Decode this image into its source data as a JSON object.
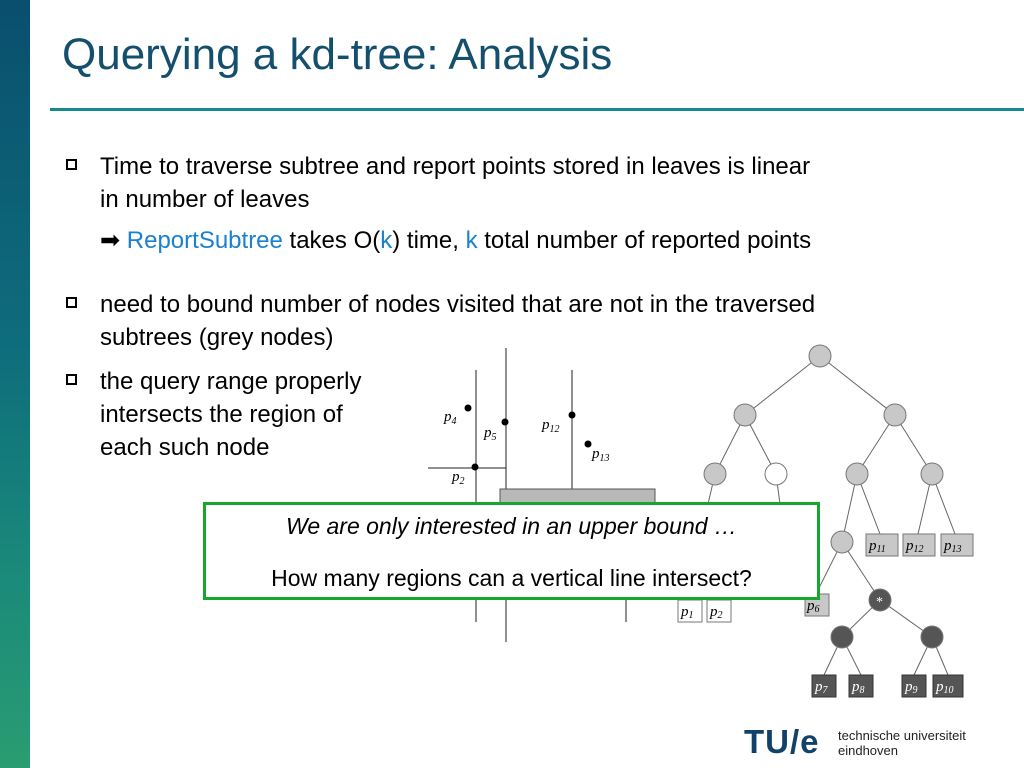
{
  "slide": {
    "title": "Querying a kd-tree: Analysis",
    "bullets": [
      {
        "line1": "Time to traverse subtree and report points stored in leaves is linear",
        "line2": "in number of leaves"
      },
      {
        "line1": "need to bound number of nodes visited that are not in the traversed",
        "line2": "subtrees (grey nodes)"
      },
      {
        "line1": "the query range properly",
        "line2": "intersects the region of",
        "line3": "each such node"
      }
    ],
    "sub_bullet": {
      "arrow": "➡",
      "highlight": "ReportSubtree",
      "part1": " takes O(",
      "k1": "k",
      "part2": ") time, ",
      "k2": "k",
      "part3": " total number of reported points"
    }
  },
  "callout": {
    "line1": "We are only interested in an upper bound …",
    "line2": "How many regions can a vertical line intersect?"
  },
  "figure": {
    "points": {
      "p4": "p",
      "p5": "p",
      "p12": "p",
      "p13": "p",
      "p2": "p"
    },
    "point_labels": [
      {
        "base": "p",
        "sub": "4"
      },
      {
        "base": "p",
        "sub": "5"
      },
      {
        "base": "p",
        "sub": "12"
      },
      {
        "base": "p",
        "sub": "13"
      },
      {
        "base": "p",
        "sub": "2"
      }
    ],
    "leaves": [
      {
        "base": "p",
        "sub": "11"
      },
      {
        "base": "p",
        "sub": "12"
      },
      {
        "base": "p",
        "sub": "13"
      },
      {
        "base": "p",
        "sub": "6"
      },
      {
        "base": "p",
        "sub": "1"
      },
      {
        "base": "p",
        "sub": "2"
      },
      {
        "base": "p",
        "sub": "7"
      },
      {
        "base": "p",
        "sub": "8"
      },
      {
        "base": "p",
        "sub": "9"
      },
      {
        "base": "p",
        "sub": "10"
      }
    ],
    "star": "*"
  },
  "footer": {
    "logo": "TU/e",
    "university": "technische universiteit eindhoven"
  },
  "colors": {
    "title": "#14506e",
    "rule": "#148a8c",
    "highlight": "#1a80d0",
    "callout_border": "#16a82e",
    "grey_node": "#c8c8c8",
    "dark_node": "#555555"
  }
}
